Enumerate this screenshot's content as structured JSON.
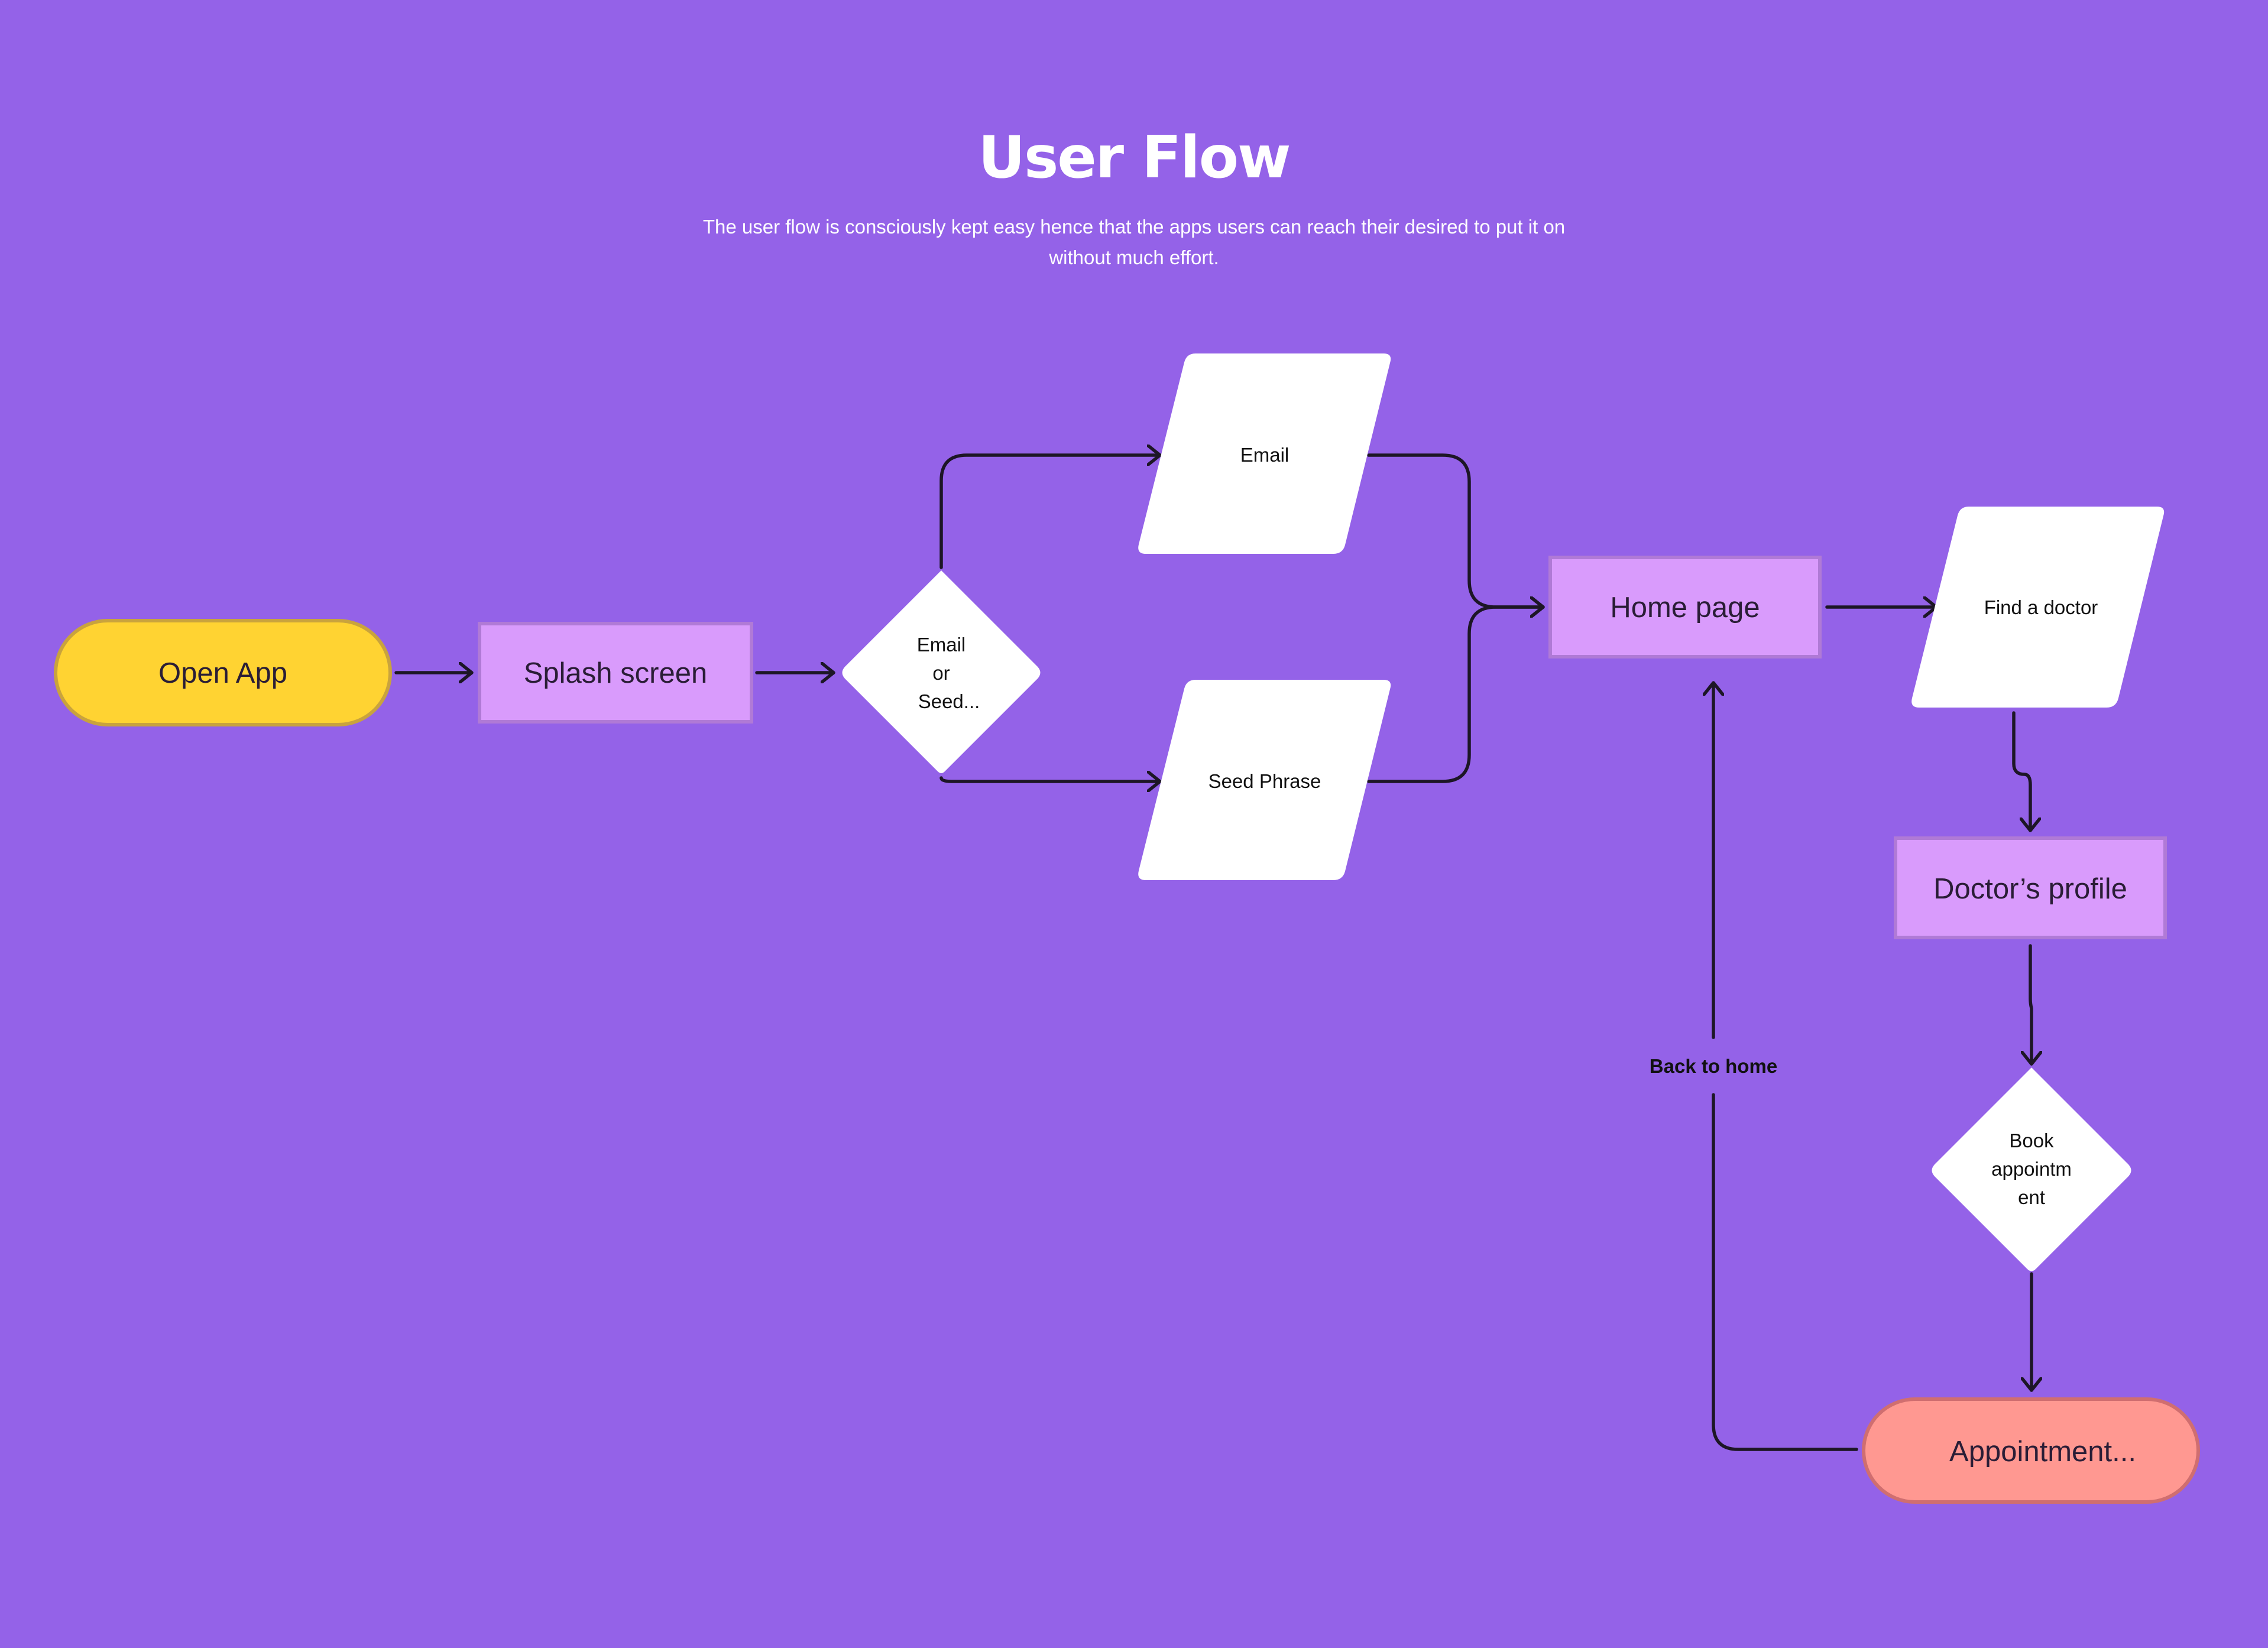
{
  "header": {
    "title": "User Flow",
    "subtitle": "The user flow is consciously kept easy hence that the apps users can reach their desired to put it on without much effort."
  },
  "nodes": {
    "open_app": "Open App",
    "splash_screen": "Splash screen",
    "decision_login": [
      "Email",
      "or",
      "Seed..."
    ],
    "email": "Email",
    "seed_phrase": "Seed Phrase",
    "home_page": "Home page",
    "find_doctor": "Find a doctor",
    "doctor_profile": "Doctor’s profile",
    "decision_book": [
      "Book",
      "appointm",
      "ent"
    ],
    "appointment": "Appointment..."
  },
  "edge_labels": {
    "back_to_home": "Back to home"
  },
  "colors": {
    "background": "#9462e8",
    "terminal_start": "#ffd332",
    "terminal_end": "#ff9891",
    "process": "#d99bfc",
    "io": "#ffffff",
    "decision": "#ffffff",
    "line": "#1d1626"
  }
}
